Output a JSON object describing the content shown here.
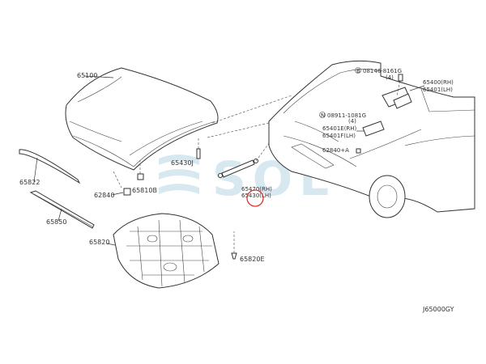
{
  "diagram_code": "J65000GY",
  "watermark": "SOL",
  "callouts": {
    "hood": "65100",
    "hood_seal_front": "65822",
    "bumper_clip": "62840",
    "hood_seal_nut": "65810B",
    "hood_stay_pin": "65430J",
    "stay_rh": "65470(RH)",
    "stay_lh": "65430(LH)",
    "seal_rubber": "65850",
    "insulator": "65820",
    "insulator_clip": "65820E",
    "bolt": "08146-8161G",
    "bolt_qty": "(4)",
    "hinge_rh": "65400(RH)",
    "hinge_lh": "65401(LH)",
    "bolt2": "08911-1081G",
    "bolt2_qty": "(4)",
    "lock_rh": "65401E(RH)",
    "lock_lh": "65401F(LH)",
    "clip_a": "62840+A",
    "bolt_code_letter": "B",
    "bolt2_code_letter": "N"
  },
  "colors": {
    "line": "#333333",
    "highlight_circle": "#d9302a",
    "watermark": "#d7e8f0"
  }
}
